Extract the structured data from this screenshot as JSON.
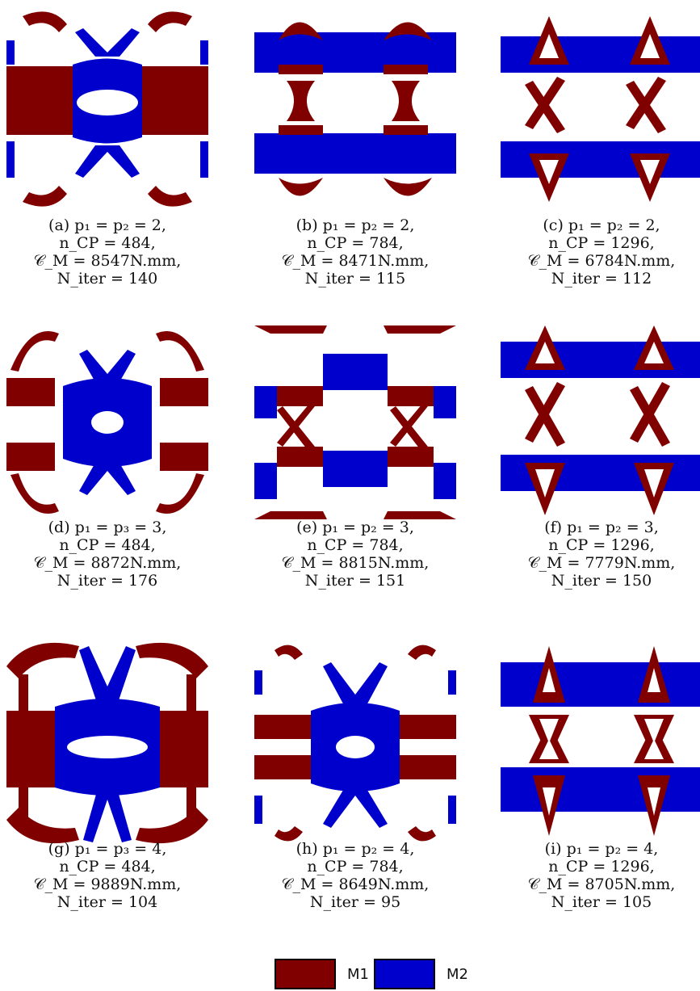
{
  "colors": {
    "M1": "#800000",
    "M2": "#0000CC"
  },
  "panels": [
    {
      "label": "(a)",
      "line1": "p₁ = p₂ = 2,",
      "line2": "n_CP = 484,",
      "line3": "𝒞_M = 8547N.mm,",
      "line4": "N_iter = 140"
    },
    {
      "label": "(b)",
      "line1": "p₁ = p₂ = 2,",
      "line2": "n_CP = 784,",
      "line3": "𝒞_M = 8471N.mm,",
      "line4": "N_iter = 115"
    },
    {
      "label": "(c)",
      "line1": "p₁ = p₂ = 2,",
      "line2": "n_CP = 1296,",
      "line3": "𝒞_M = 6784N.mm,",
      "line4": "N_iter = 112"
    },
    {
      "label": "(d)",
      "line1": "p₁ = p₃ = 3,",
      "line2": "n_CP = 484,",
      "line3": "𝒞_M = 8872N.mm,",
      "line4": "N_iter = 176"
    },
    {
      "label": "(e)",
      "line1": "p₁ = p₂ = 3,",
      "line2": "n_CP = 784,",
      "line3": "𝒞_M = 8815N.mm,",
      "line4": "N_iter = 151"
    },
    {
      "label": "(f)",
      "line1": "p₁ = p₂ = 3,",
      "line2": "n_CP = 1296,",
      "line3": "𝒞_M = 7779N.mm,",
      "line4": "N_iter = 150"
    },
    {
      "label": "(g)",
      "line1": "p₁ = p₃ = 4,",
      "line2": "n_CP = 484,",
      "line3": "𝒞_M = 9889N.mm,",
      "line4": "N_iter = 104"
    },
    {
      "label": "(h)",
      "line1": "p₁ = p₂ = 4,",
      "line2": "n_CP = 784,",
      "line3": "𝒞_M = 8649N.mm,",
      "line4": "N_iter = 95"
    },
    {
      "label": "(i)",
      "line1": "p₁ = p₂ = 4,",
      "line2": "n_CP = 1296,",
      "line3": "𝒞_M = 8705N.mm,",
      "line4": "N_iter = 105"
    }
  ],
  "legend": {
    "m1_label": "M1",
    "m2_label": "M2"
  }
}
